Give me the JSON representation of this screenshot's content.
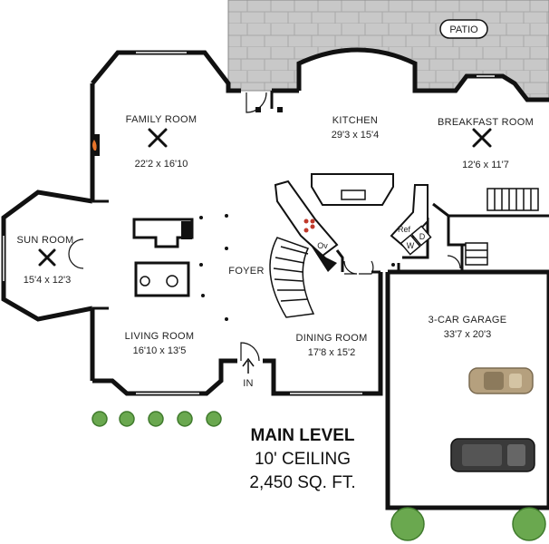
{
  "rooms": {
    "family": {
      "name": "FAMILY ROOM",
      "dims": "22'2 x 16'10"
    },
    "kitchen": {
      "name": "KITCHEN",
      "dims": "29'3 x 15'4"
    },
    "breakfast": {
      "name": "BREAKFAST ROOM",
      "dims": "12'6 x 11'7"
    },
    "sun": {
      "name": "SUN ROOM",
      "dims": "15'4 x 12'3"
    },
    "living": {
      "name": "LIVING ROOM",
      "dims": "16'10 x 13'5"
    },
    "dining": {
      "name": "DINING ROOM",
      "dims": "17'8 x 15'2"
    },
    "garage": {
      "name": "3-CAR GARAGE",
      "dims": "33'7 x 20'3"
    },
    "foyer": {
      "name": "FOYER"
    }
  },
  "labels": {
    "patio": "PATIO",
    "entry": "IN",
    "oven": "Ov",
    "refrigerator": "Ref",
    "washer": "W",
    "dryer": "D"
  },
  "title": {
    "level": "MAIN LEVEL",
    "ceiling": "10' CEILING",
    "area": "2,450 SQ. FT."
  },
  "colors": {
    "wall": "#111111",
    "patio": "#c9c9c9",
    "shrub": "#6aa84f",
    "car_tan": "#b5a07e",
    "car_dark": "#3a3a3a",
    "fireplace": "#e8742a"
  }
}
